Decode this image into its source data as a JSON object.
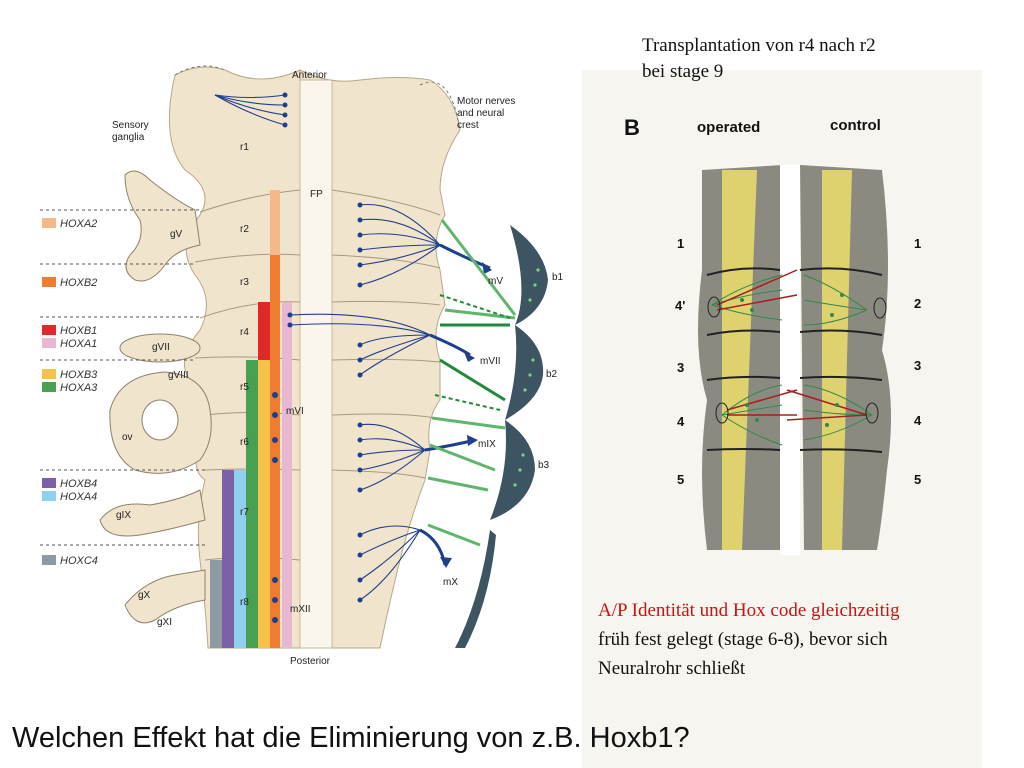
{
  "left_figure": {
    "anterior": "Anterior",
    "posterior": "Posterior",
    "motor_nerves": [
      "Motor nerves",
      "and neural",
      "crest"
    ],
    "sensory_ganglia": [
      "Sensory",
      "ganglia"
    ],
    "fp": "FP",
    "rhombomeres": [
      "r1",
      "r2",
      "r3",
      "r4",
      "r5",
      "r6",
      "r7",
      "r8"
    ],
    "ganglia": [
      "gV",
      "gVII",
      "gVIII",
      "ov",
      "gIX",
      "gX",
      "gXI"
    ],
    "motor": [
      "mV",
      "mVII",
      "mVI",
      "mIX",
      "mX",
      "mXII"
    ],
    "arches": [
      "b1",
      "b2",
      "b3"
    ],
    "genes": [
      {
        "name": "HOXA2",
        "color": "#f4b98a"
      },
      {
        "name": "HOXB2",
        "color": "#ee7d31"
      },
      {
        "name": "HOXB1",
        "color": "#de2a26"
      },
      {
        "name": "HOXA1",
        "color": "#e8b7d2"
      },
      {
        "name": "HOXB3",
        "color": "#f6c24a"
      },
      {
        "name": "HOXA3",
        "color": "#4aa052"
      },
      {
        "name": "HOXB4",
        "color": "#7b61a8"
      },
      {
        "name": "HOXA4",
        "color": "#8fd0ef"
      },
      {
        "name": "HOXC4",
        "color": "#8d9aa3"
      }
    ]
  },
  "right_figure": {
    "panel_letter": "B",
    "operated": "operated",
    "control": "control",
    "left_numbers": [
      "1",
      "4'",
      "3",
      "4",
      "5"
    ],
    "right_numbers": [
      "1",
      "2",
      "3",
      "4",
      "5"
    ]
  },
  "caption_top": {
    "line1": "Transplantation von r4 nach r2",
    "line2": "bei stage 9"
  },
  "caption_bottom": {
    "red_line": "A/P Identität und Hox code gleichzeitig",
    "line2": "früh fest gelegt (stage 6-8), bevor sich",
    "line3": "Neuralrohr schließt"
  },
  "question": "Welchen Effekt hat die Eliminierung von z.B. Hoxb1?",
  "colors": {
    "tissue": "#f1e4cc",
    "tissue_stroke": "#b7a78c",
    "nerve_blue": "#1e3f8c",
    "arrow_green": "#5fb56a",
    "arrow_dark_green": "#1f8a3a",
    "arch_dark": "#3d5563",
    "question_red": "#d01010"
  }
}
